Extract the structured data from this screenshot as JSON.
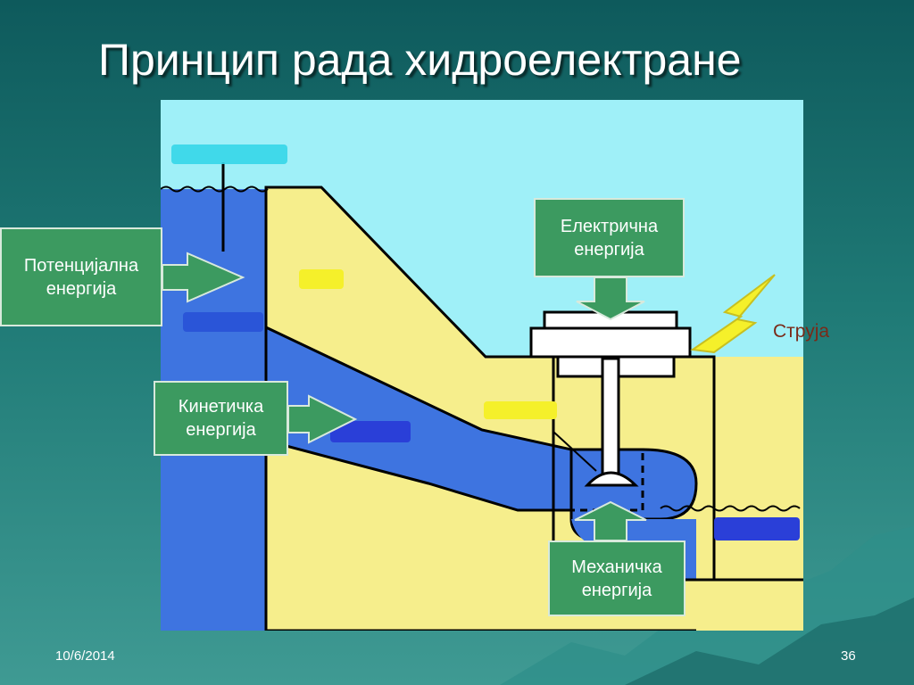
{
  "slide": {
    "title": "Принцип рада хидроелектране"
  },
  "labels": {
    "potential": "Потенцијална енергија",
    "kinetic": "Кинетичка енергија",
    "electric": "Електрична енергија",
    "mechanical": "Механичка енергија",
    "current": "Струја"
  },
  "footer": {
    "date": "10/6/2014",
    "page": "36"
  },
  "colors": {
    "sky": "#9ff0f8",
    "water": "#3e74e0",
    "dam": "#f6ee8c",
    "label_box": "#3c9a60",
    "lightning": "#f5f02a",
    "current_text": "#7a2a18"
  }
}
